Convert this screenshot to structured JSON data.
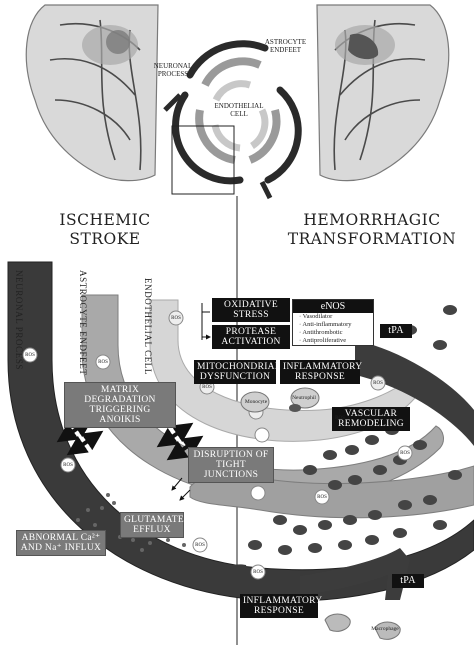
{
  "headings": {
    "left": [
      "ISCHEMIC",
      "STROKE"
    ],
    "right": [
      "HEMORRHAGIC",
      "TRANSFORMATION"
    ]
  },
  "inset_labels": {
    "neuronal_process": [
      "NEURONAL",
      "PROCESS"
    ],
    "astrocyte_endfeet": [
      "ASTROCYTE",
      "ENDFEET"
    ],
    "endothelial_cell": [
      "ENDOTHELIAL",
      "CELL"
    ]
  },
  "layer_labels": {
    "neuronal_process": "NEURONAL PROCESS",
    "astrocyte_endfeet": "ASTROCYTE ENDFEET",
    "endothelial_cell": "ENDOTHELIAL CELL"
  },
  "boxes": {
    "oxidative_stress": [
      "OXIDATIVE",
      "STRESS"
    ],
    "protease_activation": [
      "PROTEASE",
      "ACTIVATION"
    ],
    "mitochondrial_dysfunction": [
      "MITOCHONDRIAL",
      "DYSFUNCTION"
    ],
    "inflammatory_response_top": [
      "INFLAMMATORY",
      "RESPONSE"
    ],
    "matrix_degradation": [
      "MATRIX DEGRADATION",
      "TRIGGERING ANOIKIS"
    ],
    "vascular_remodeling": [
      "VASCULAR",
      "REMODELING"
    ],
    "disruption_tight_junctions": [
      "DISRUPTION OF",
      "TIGHT JUNCTIONS"
    ],
    "abnormal_influx": [
      "ABNORMAL Ca²⁺",
      "AND Na⁺ INFLUX"
    ],
    "glutamate_efflux": [
      "GLUTAMATE",
      "EFFLUX"
    ],
    "inflammatory_response_bottom": [
      "INFLAMMATORY",
      "RESPONSE"
    ]
  },
  "enos": {
    "title": "eNOS",
    "items": [
      "· Vasodilator",
      "· Anti-inflammatory",
      "· Antithrombotic",
      "· Antiproliferative"
    ]
  },
  "tpa": {
    "top": "tPA",
    "bottom": "tPA"
  },
  "cell_labels": {
    "ros": "ROS",
    "monocyte": "Monocyte",
    "neutrophil": "Neutrophil",
    "macrophage": "Macrophage"
  }
}
